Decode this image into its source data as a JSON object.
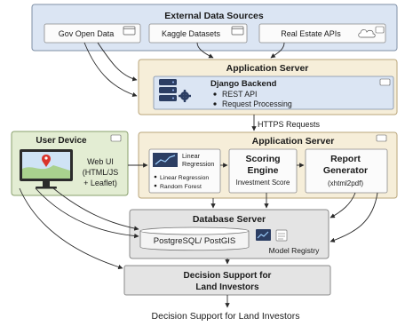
{
  "external": {
    "title": "External Data Sources",
    "sources": [
      "Gov Open Data",
      "Kaggle Datasets",
      "Real Estate APIs"
    ]
  },
  "app_server_top": {
    "title": "Application Server",
    "backend_title": "Django Backend",
    "bullets": [
      "REST API",
      "Request Processing"
    ]
  },
  "https_label": "HTTPS Requests",
  "user_device": {
    "title": "User Device",
    "webui_lines": [
      "Web UI",
      "(HTML/JS",
      "+ Leaflet)"
    ]
  },
  "app_server_mid": {
    "title": "Application Server",
    "regression": {
      "title_lines": [
        "Linear",
        "Regression"
      ],
      "bullets": [
        "Linear Regression",
        "Random Forest"
      ]
    },
    "scoring": {
      "title_lines": [
        "Scoring",
        "Engine"
      ],
      "sub": "Investment Score"
    },
    "report": {
      "title_lines": [
        "Report",
        "Generator"
      ],
      "sub": "(xhtml2pdf)"
    }
  },
  "database": {
    "title": "Database Server",
    "postgres": "PostgreSQL/ PostGIS",
    "registry": "Model Registry"
  },
  "decision_box": {
    "lines": [
      "Decision Support for",
      "Land Investors"
    ]
  },
  "footer_label": "Decision Support for Land Investors",
  "colors": {
    "blue_fill": "#dbe5f3",
    "blue_stroke": "#7f8fa6",
    "beige_fill": "#f6eed9",
    "beige_stroke": "#b9a57a",
    "green_fill": "#e3edd3",
    "green_stroke": "#8aa06e",
    "gray_fill": "#e4e4e4",
    "gray_stroke": "#8a8a8a",
    "white_fill": "#fbfbfb"
  },
  "icons": [
    "window-icon",
    "cloud-icon",
    "server-stack-icon",
    "gear-icon",
    "monitor-icon",
    "map-pin-icon",
    "chart-icon",
    "cylinder-icon",
    "model-registry-icon"
  ]
}
